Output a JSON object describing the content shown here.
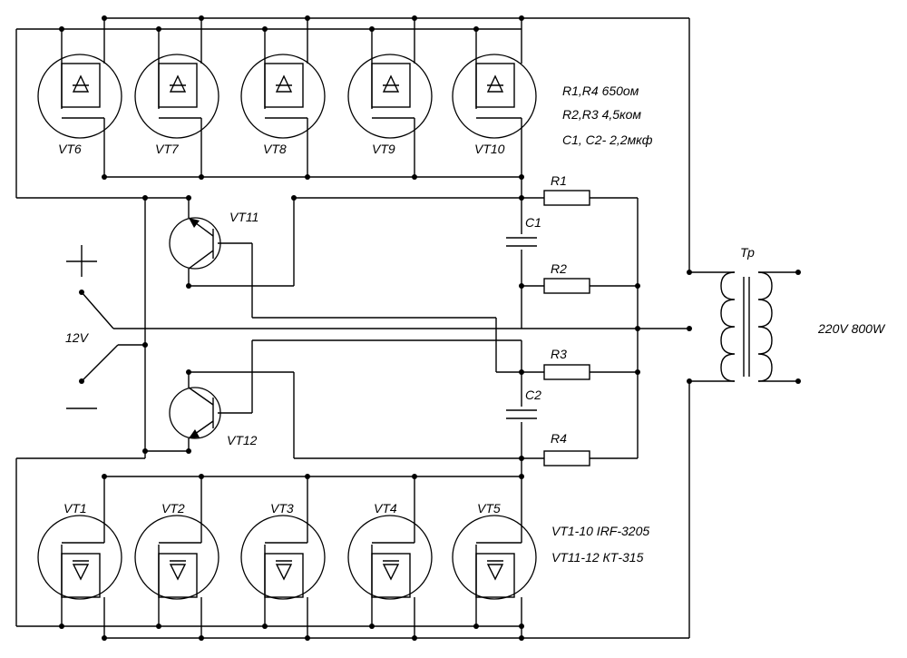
{
  "labels": {
    "vt6": "VT6",
    "vt7": "VT7",
    "vt8": "VT8",
    "vt9": "VT9",
    "vt10": "VT10",
    "vt1": "VT1",
    "vt2": "VT2",
    "vt3": "VT3",
    "vt4": "VT4",
    "vt5": "VT5",
    "vt11": "VT11",
    "vt12": "VT12",
    "r1": "R1",
    "r2": "R2",
    "r3": "R3",
    "r4": "R4",
    "c1": "C1",
    "c2": "C2",
    "tr": "Тр",
    "voltage": "12V",
    "output": "220V 800W",
    "plus": "+",
    "minus": "—"
  },
  "notes": {
    "resistors_r1_r4": "R1,R4 650ом",
    "resistors_r2_r3": "R2,R3 4,5ком",
    "capacitors": "C1, C2- 2,2мкф",
    "mosfets": "VT1-10 IRF-3205",
    "bjts": "VT11-12 КТ-315"
  }
}
